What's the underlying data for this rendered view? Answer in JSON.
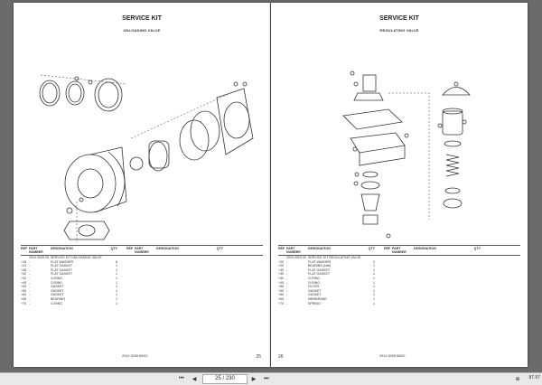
{
  "left_page": {
    "title": "SERVICE KIT",
    "subtitle": "UNLOADING VALVE",
    "table": {
      "headers": [
        "REF",
        "PART NUMBER",
        "DESIGNATION",
        "QTY",
        "REF",
        "PART NUMBER",
        "DESIGNATION",
        "QTY"
      ],
      "rows": [
        {
          "ref": "",
          "part": "2910 0005 00",
          "des": "SERVICE KIT UNLOADING VALVE",
          "qty": ""
        },
        {
          "ref": "+15",
          "part": "-",
          "des": "FLAT WASHER",
          "qty": "8"
        },
        {
          "ref": "+23",
          "part": "-",
          "des": "FLAT GASKET",
          "qty": "1"
        },
        {
          "ref": "+28",
          "part": "-",
          "des": "FLAT GASKET",
          "qty": "1"
        },
        {
          "ref": "+32",
          "part": "-",
          "des": "FLAT GASKET",
          "qty": "1"
        },
        {
          "ref": "+42",
          "part": "-",
          "des": "O-RING",
          "qty": "1"
        },
        {
          "ref": "+45",
          "part": "-",
          "des": "O-RING",
          "qty": "1"
        },
        {
          "ref": "+50",
          "part": "-",
          "des": "GASKET",
          "qty": "1"
        },
        {
          "ref": "+55",
          "part": "-",
          "des": "GASKET",
          "qty": "1"
        },
        {
          "ref": "+60",
          "part": "-",
          "des": "GASKET",
          "qty": "1"
        },
        {
          "ref": "+65",
          "part": "-",
          "des": "BEARING",
          "qty": "1"
        },
        {
          "ref": "+70",
          "part": "-",
          "des": "O-RING",
          "qty": "1"
        }
      ]
    },
    "footer": "2910 3005 65/02",
    "page_number": "25"
  },
  "right_page": {
    "title": "SERVICE KIT",
    "subtitle": "REGULATING VALVE",
    "table": {
      "headers": [
        "REF",
        "PART NUMBER",
        "DESIGNATION",
        "QTY",
        "REF",
        "PART NUMBER",
        "DESIGNATION",
        "QTY"
      ],
      "rows": [
        {
          "ref": "",
          "part": "2910 0003 00",
          "des": "SERVICE KIT REGULATING VALVE",
          "qty": ""
        },
        {
          "ref": "+20",
          "part": "-",
          "des": "FLAT WASHER",
          "qty": "2"
        },
        {
          "ref": "+25",
          "part": "-",
          "des": "BEARING (ball)",
          "qty": "1"
        },
        {
          "ref": "+30",
          "part": "-",
          "des": "FLAT GASKET",
          "qty": "1"
        },
        {
          "ref": "+35",
          "part": "-",
          "des": "FLAT GASKET",
          "qty": "1"
        },
        {
          "ref": "+40",
          "part": "-",
          "des": "O-RING",
          "qty": "1"
        },
        {
          "ref": "+45",
          "part": "-",
          "des": "O-RING",
          "qty": "1"
        },
        {
          "ref": "+50",
          "part": "-",
          "des": "FILTER",
          "qty": "1"
        },
        {
          "ref": "+55",
          "part": "-",
          "des": "GASKET",
          "qty": "1"
        },
        {
          "ref": "+60",
          "part": "-",
          "des": "GASKET",
          "qty": "1"
        },
        {
          "ref": "+65",
          "part": "-",
          "des": "MEMBRANE",
          "qty": "1"
        },
        {
          "ref": "+70",
          "part": "-",
          "des": "SPRING",
          "qty": "1"
        }
      ]
    },
    "footer": "2910 3005 65/02",
    "page_number": "26"
  },
  "toolbar": {
    "page_indicator": "25 / 230",
    "zoom_level": "87.97"
  }
}
